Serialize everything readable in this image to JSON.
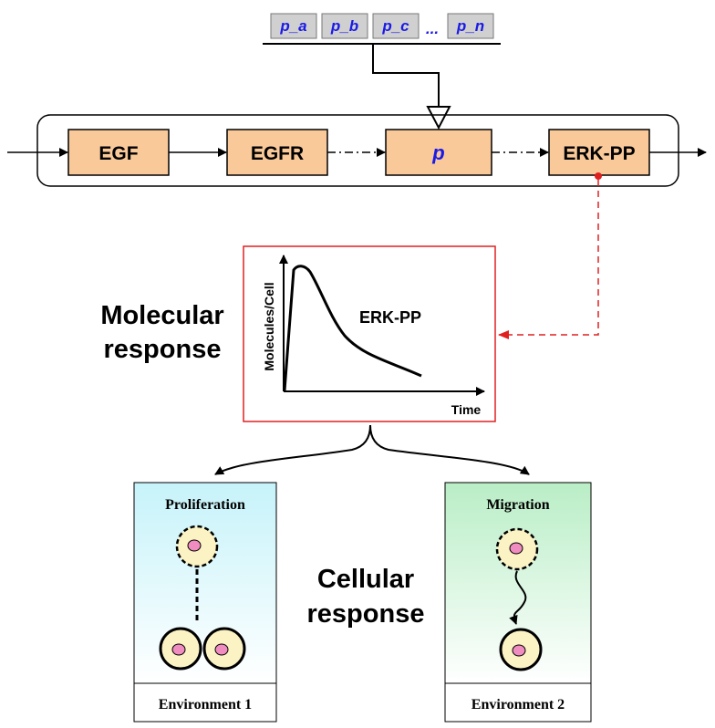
{
  "parameters": {
    "items": [
      "p_a",
      "p_b",
      "p_c",
      "p_n"
    ],
    "ellipsis": "..."
  },
  "pathway": {
    "nodes": [
      "EGF",
      "EGFR",
      "p",
      "ERK-PP"
    ]
  },
  "molecular": {
    "label_line1": "Molecular",
    "label_line2": "response",
    "chart": {
      "ylabel": "Molecules/Cell",
      "xlabel": "Time",
      "series_label": "ERK-PP"
    }
  },
  "cellular": {
    "label_line1": "Cellular",
    "label_line2": "response",
    "panels": [
      {
        "title": "Proliferation",
        "footer": "Environment 1"
      },
      {
        "title": "Migration",
        "footer": "Environment 2"
      }
    ]
  },
  "colors": {
    "node_fill": "#f9c99a",
    "param_fill": "#d0d0d0",
    "param_text": "#1a1ae6",
    "chart_border": "#e02020",
    "feedback_line": "#e02020",
    "env1_top": "#c6f3fa",
    "env2_top": "#b9eec6",
    "cell_fill": "#fbf3c4",
    "nucleus_fill": "#f08cc0"
  }
}
